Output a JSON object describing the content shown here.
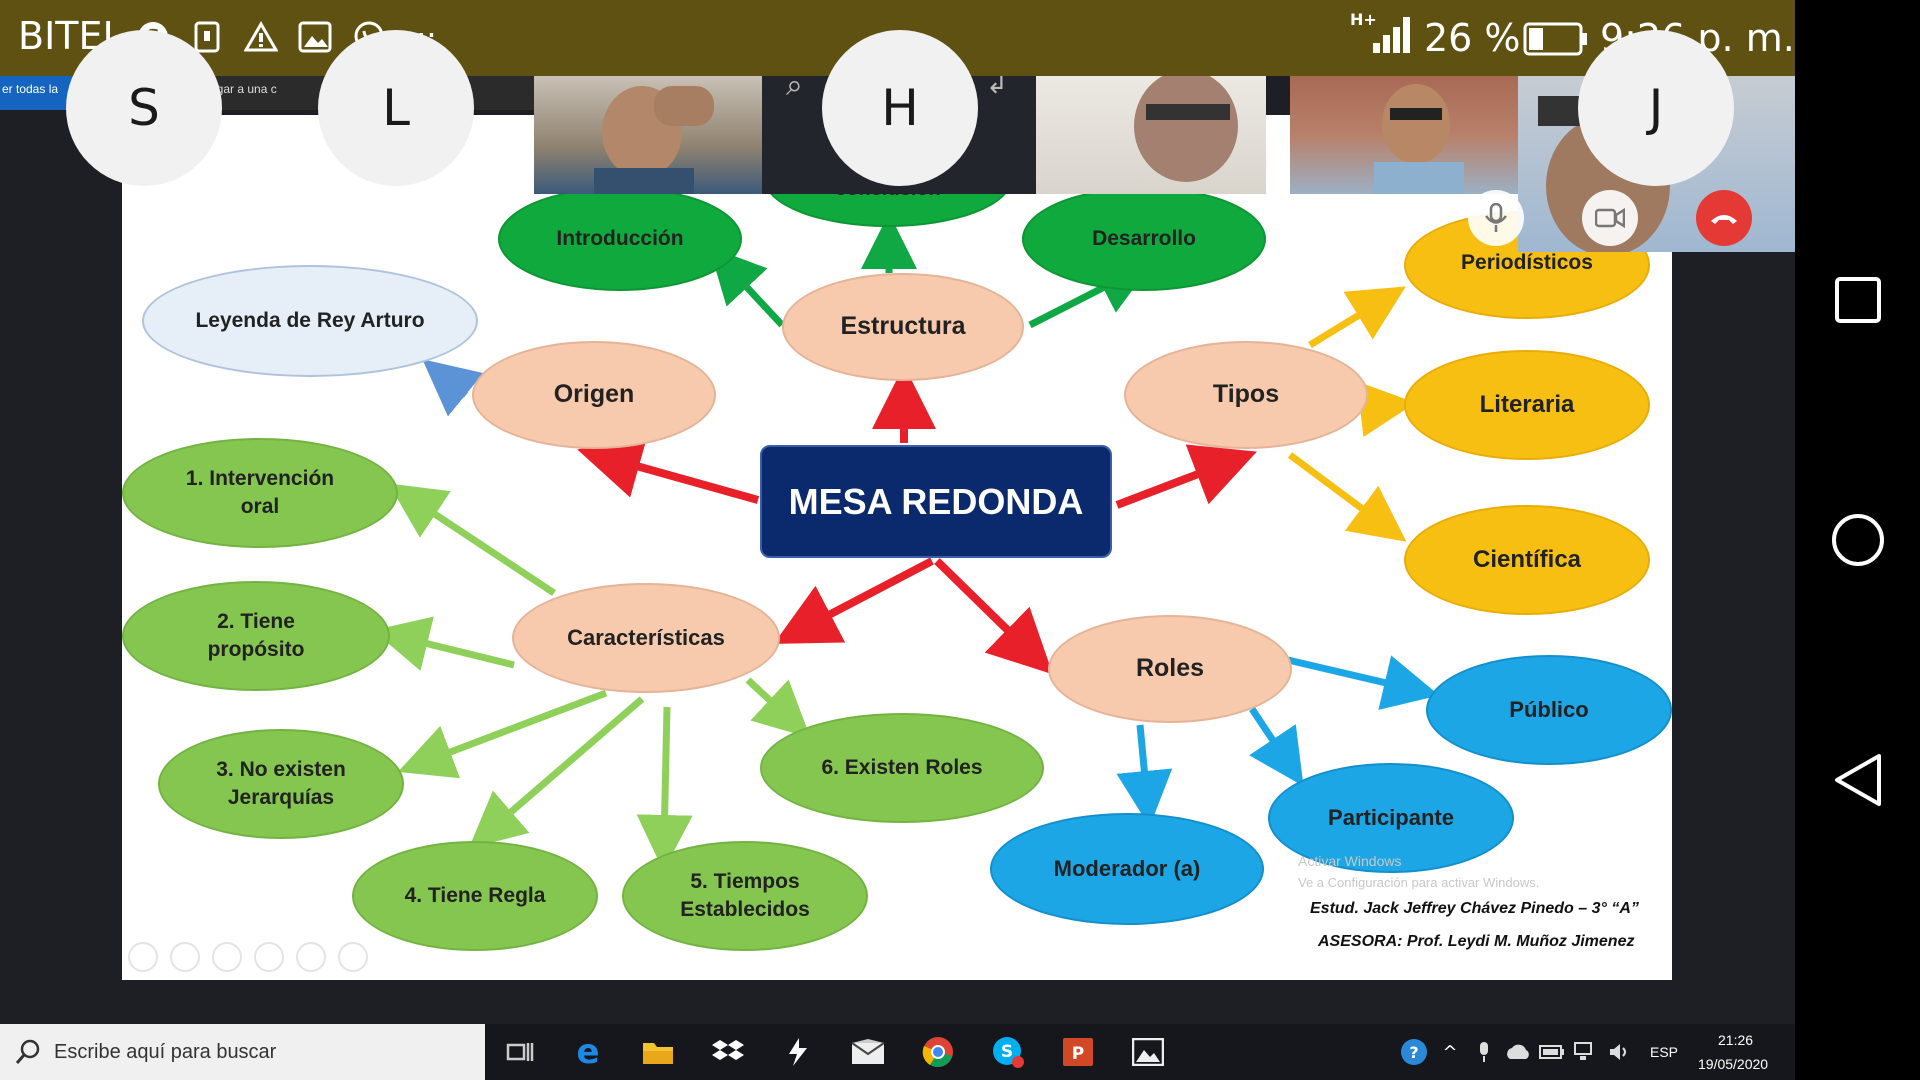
{
  "status_bar": {
    "carrier": "BITEL",
    "network": "H+",
    "battery": "26 %",
    "time": "9:26 p. m.",
    "more": "···",
    "icons": [
      "skype-icon",
      "sim-icon",
      "alert-icon",
      "image-icon",
      "whatsapp-icon"
    ]
  },
  "ppt_strip": {
    "left_text": "er todas la",
    "right_text": "egar a una c"
  },
  "participants": {
    "avatars": [
      {
        "initial": "S"
      },
      {
        "initial": "L"
      },
      {
        "initial": "H"
      },
      {
        "initial": "J"
      }
    ]
  },
  "mindmap": {
    "center": "MESA REDONDA",
    "estructura": {
      "label": "Estructura",
      "children": [
        "Introducción",
        "conclusión",
        "Desarrollo"
      ]
    },
    "origen": {
      "label": "Origen",
      "children": [
        "Leyenda de Rey Arturo"
      ]
    },
    "tipos": {
      "label": "Tipos",
      "children": [
        "Periodísticos",
        "Literaria",
        "Científica"
      ]
    },
    "caracteristicas": {
      "label": "Características",
      "children": [
        "1. Intervención oral",
        "2. Tiene propósito",
        "3. No existen Jerarquías",
        "4. Tiene Regla",
        "5. Tiempos Establecidos",
        "6. Existen Roles"
      ]
    },
    "roles": {
      "label": "Roles",
      "children": [
        "Público",
        "Participante",
        "Moderador (a)"
      ]
    }
  },
  "credits": {
    "student": "Estud. Jack Jeffrey Chávez Pinedo – 3° “A”",
    "advisor": "ASESORA: Prof. Leydi M. Muñoz Jimenez"
  },
  "watermark": {
    "line1": "Activar Windows",
    "line2": "Ve a Configuración para activar Windows."
  },
  "taskbar": {
    "search_placeholder": "Escribe aquí para buscar",
    "language": "ESP",
    "time": "21:26",
    "date": "19/05/2020"
  },
  "colors": {
    "status_bar": "#5f5112",
    "center": "#0a2a6d",
    "arrow_red": "#e8202a",
    "arrow_green": "#0fa845",
    "arrow_yellow": "#f8bf13",
    "arrow_blue": "#1da6e5",
    "arrow_lightgreen": "#8fd05a",
    "end_call": "#e53935"
  }
}
